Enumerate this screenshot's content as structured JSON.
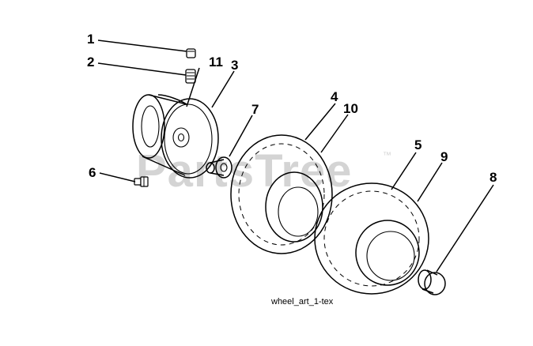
{
  "watermark": {
    "text": "PartsTree",
    "trademark": "™"
  },
  "caption": "wheel_art_1-tex",
  "callouts": {
    "c1": "1",
    "c2": "2",
    "c3": "3",
    "c4": "4",
    "c5": "5",
    "c6": "6",
    "c7": "7",
    "c8": "8",
    "c9": "9",
    "c10": "10",
    "c11": "11"
  }
}
